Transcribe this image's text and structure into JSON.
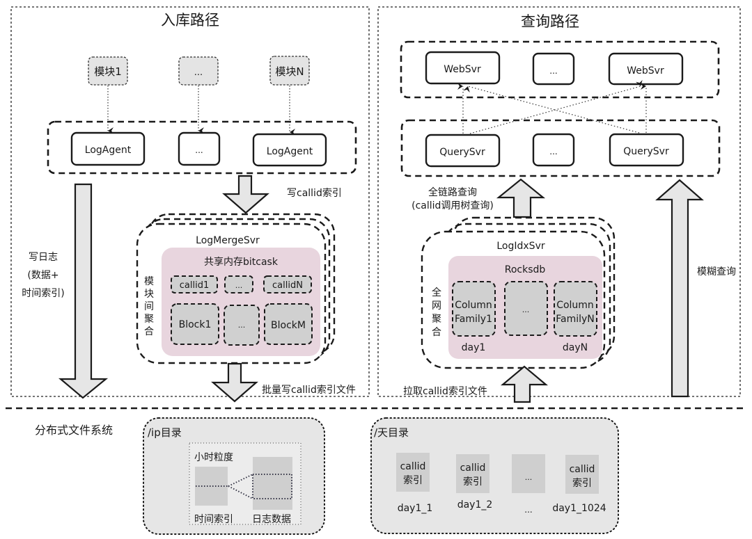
{
  "ingest": {
    "title": "入库路径",
    "modules": [
      "模块1",
      "...",
      "模块N"
    ],
    "agents": [
      "LogAgent",
      "...",
      "LogAgent"
    ],
    "write_callid_label": "写callid索引",
    "write_log_label": [
      "写日志",
      "(数据+",
      "时间索引)"
    ],
    "merge": {
      "title": "LogMergeSvr",
      "side_label": [
        "模",
        "块",
        "间",
        "聚",
        "合"
      ],
      "shm_title": "共享内存bitcask",
      "callids": [
        "callid1",
        "...",
        "callidN"
      ],
      "blocks": [
        "Block1",
        "...",
        "BlockM"
      ]
    },
    "batch_write_label": "批量写callid索引文件"
  },
  "query": {
    "title": "查询路径",
    "websvrs": [
      "WebSvr",
      "...",
      "WebSvr"
    ],
    "querysvrs": [
      "QuerySvr",
      "...",
      "QuerySvr"
    ],
    "full_trace_label": [
      "全链路查询",
      "(callid调用树查询)"
    ],
    "fuzzy_label": "模糊查询",
    "idx": {
      "title": "LogIdxSvr",
      "side_label": [
        "全",
        "网",
        "聚",
        "合"
      ],
      "db_title": "Rocksdb",
      "families": [
        {
          "lines": [
            "Column",
            "Family1"
          ],
          "day": "day1"
        },
        {
          "lines": [
            "..."
          ],
          "day": ""
        },
        {
          "lines": [
            "Column",
            "FamilyN"
          ],
          "day": "dayN"
        }
      ]
    },
    "pull_label": "拉取callid索引文件"
  },
  "dfs": {
    "title": "分布式文件系统",
    "ip_dir": {
      "title": "/ip目录",
      "granularity": "小时粒度",
      "time_index": "时间索引",
      "log_data": "日志数据"
    },
    "day_dir": {
      "title": "/天目录",
      "files": [
        {
          "lines": [
            "callid",
            "索引"
          ],
          "name": "day1_1"
        },
        {
          "lines": [
            "callid",
            "索引"
          ],
          "name": "day1_2"
        },
        {
          "lines": [
            "..."
          ],
          "name": "..."
        },
        {
          "lines": [
            "callid",
            "索引"
          ],
          "name": "day1_1024"
        }
      ]
    }
  },
  "colors": {
    "pink": "#e8d5de",
    "gray_box": "#d0d0d0",
    "light_gray": "#e6e6e6",
    "arrow_fill": "#e6e6e6"
  }
}
